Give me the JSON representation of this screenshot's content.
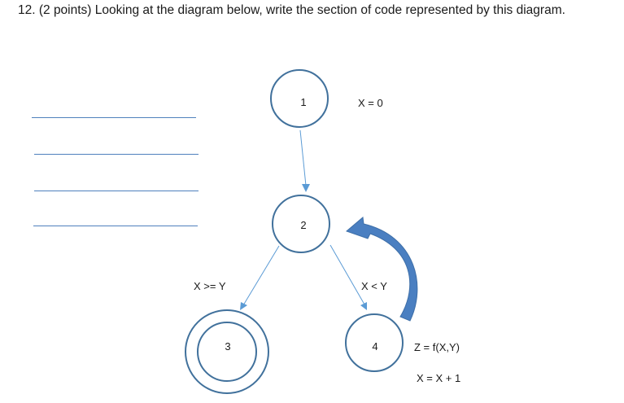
{
  "question": {
    "text": "12. (2 points) Looking at the diagram below, write the section of code represented by this diagram."
  },
  "answer_lines": {
    "count": 4
  },
  "diagram": {
    "nodes": [
      {
        "id": "1",
        "label": "1",
        "final": false
      },
      {
        "id": "2",
        "label": "2",
        "final": false
      },
      {
        "id": "3",
        "label": "3",
        "final": true
      },
      {
        "id": "4",
        "label": "4",
        "final": false
      }
    ],
    "node_annotations": {
      "node1": "X = 0",
      "node4_line1": "Z = f(X,Y)",
      "node4_line2": "X = X + 1"
    },
    "edges": [
      {
        "from": "1",
        "to": "2",
        "label": ""
      },
      {
        "from": "2",
        "to": "3",
        "label": "X >= Y"
      },
      {
        "from": "2",
        "to": "4",
        "label": "X < Y"
      },
      {
        "from": "4",
        "to": "2",
        "label": "",
        "style": "curved-block-arrow"
      }
    ],
    "colors": {
      "node_stroke": "#41719c",
      "edge": "#5b9bd5",
      "loop_arrow": "#4a7fc1",
      "answer_line": "#4f81bd"
    }
  }
}
